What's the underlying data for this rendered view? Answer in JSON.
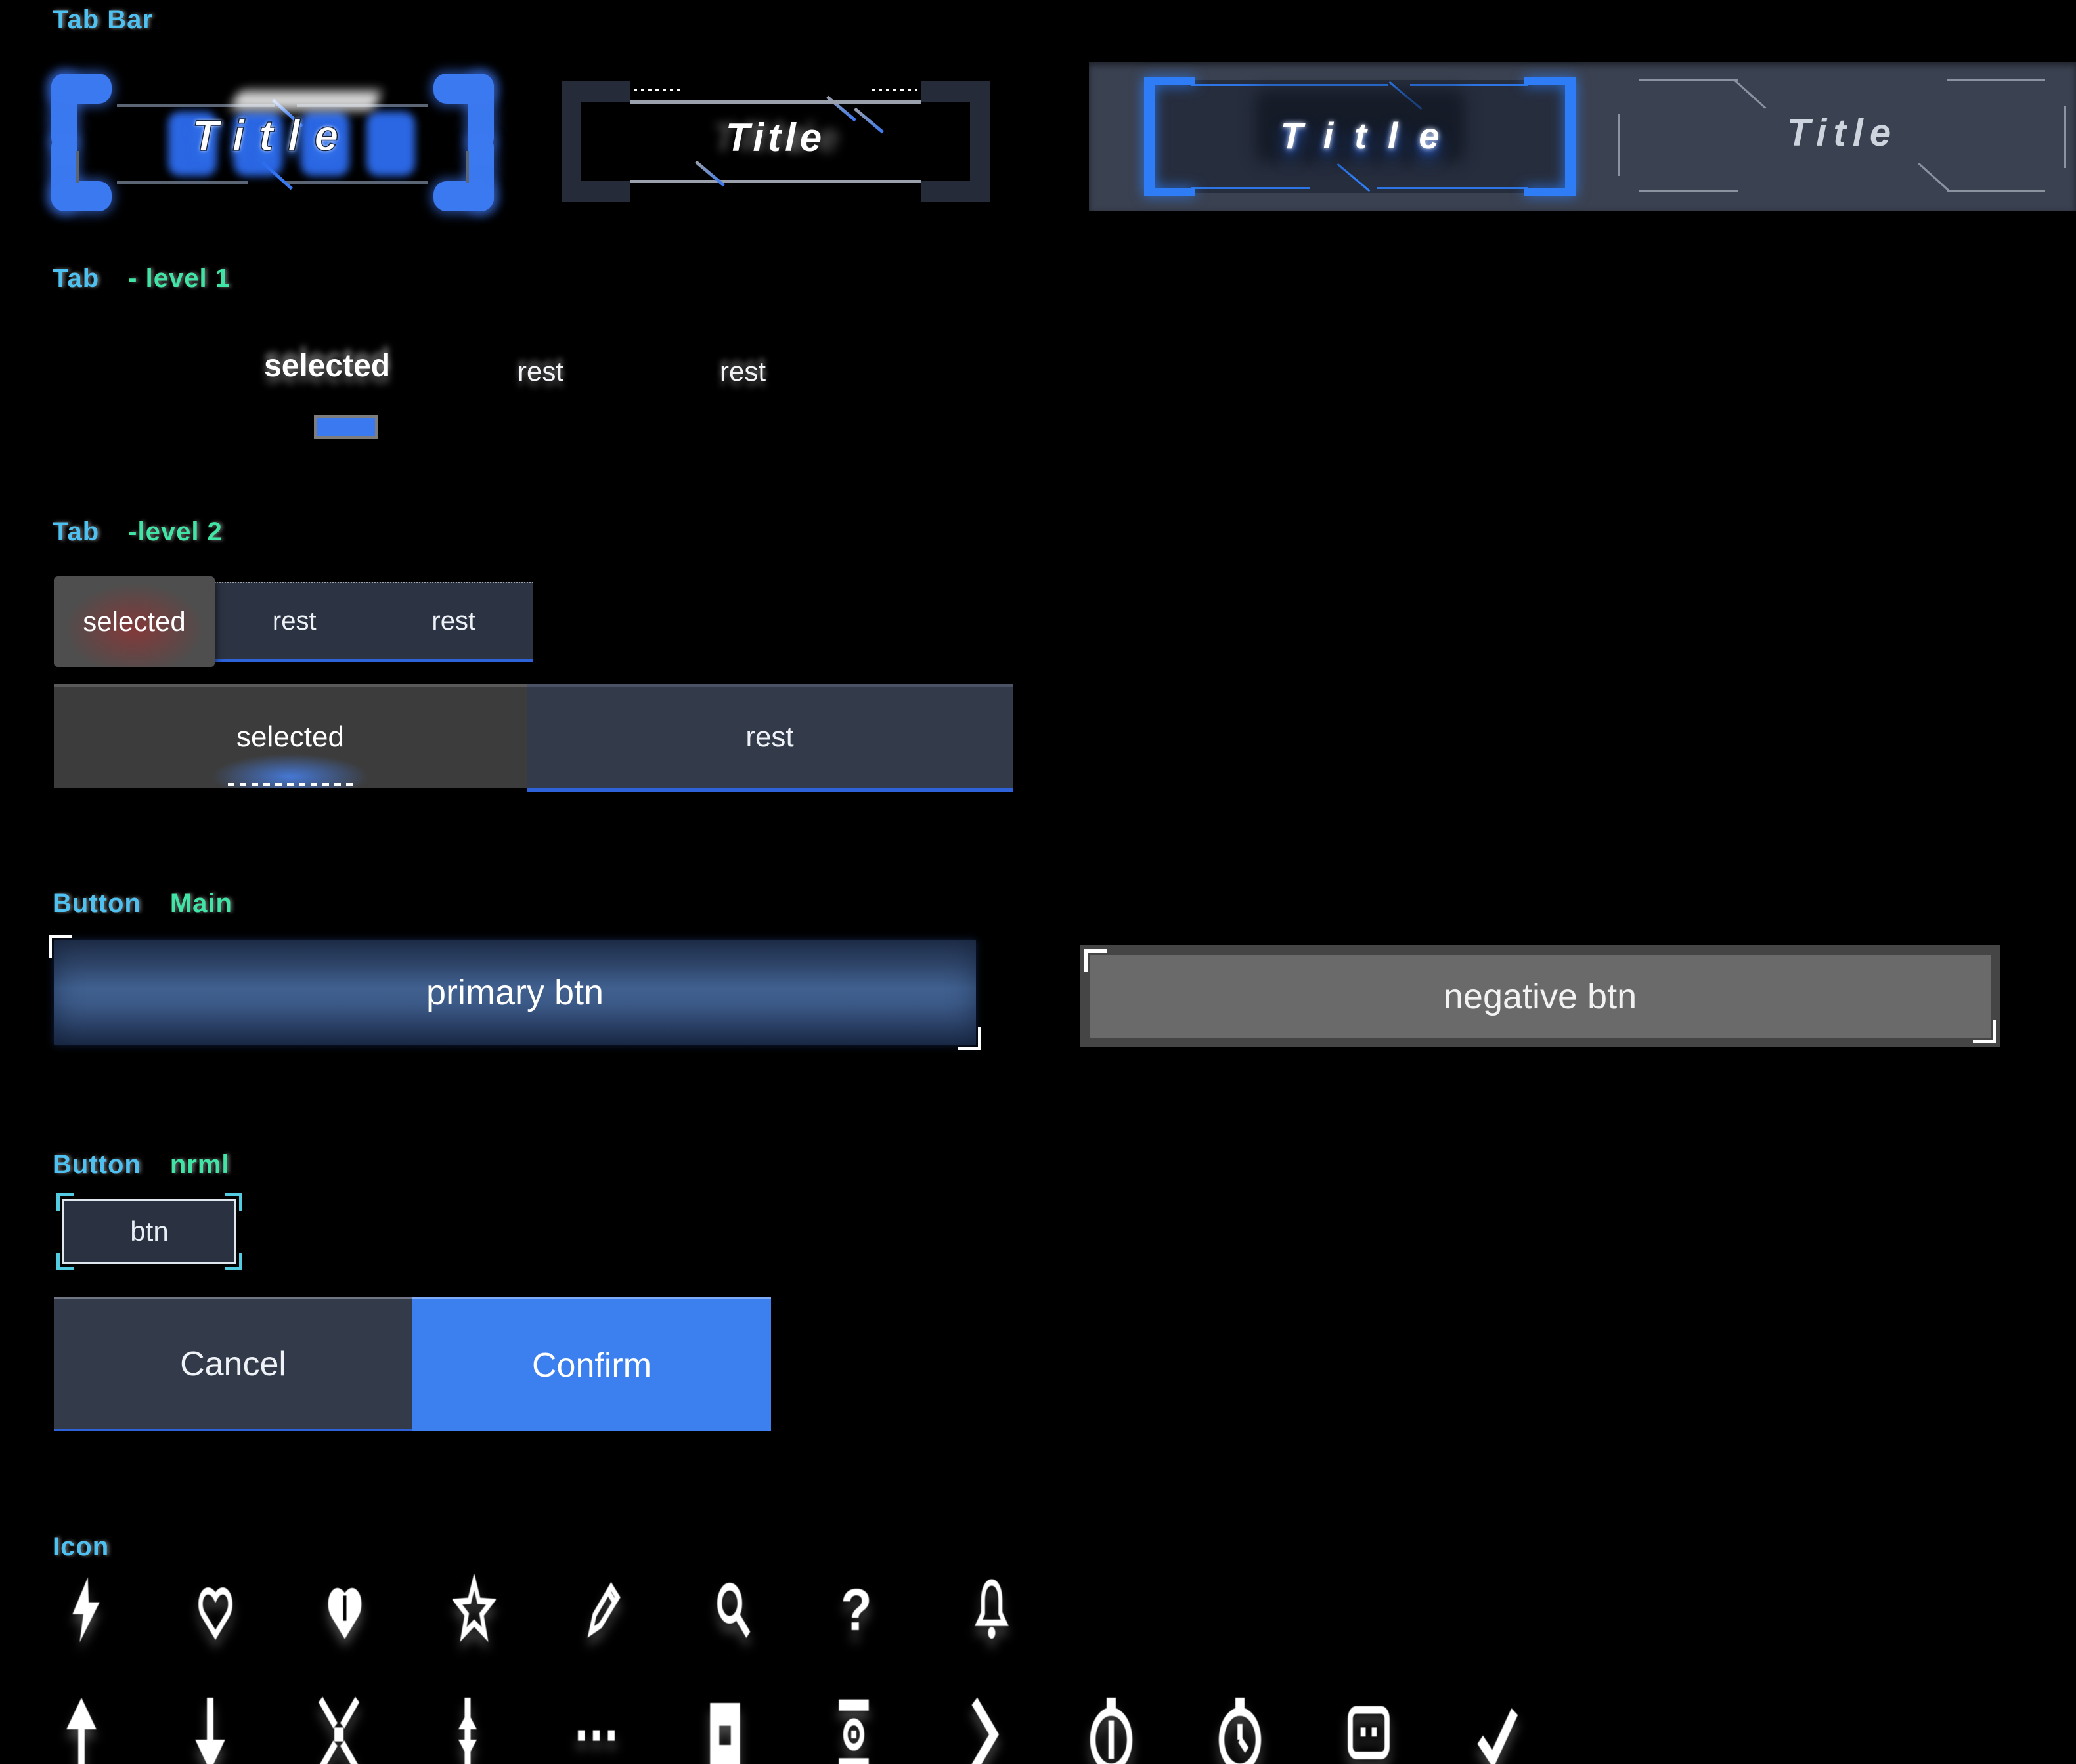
{
  "colors": {
    "accent_blue": "#3a79ef",
    "strip_blue": "#2e62d9",
    "label_cyan": "#4fc1f0",
    "label_green": "#40e5a5",
    "panel_bg": "#3a4150",
    "icon_white": "#ffffff"
  },
  "header": {
    "tab_bar_label": "Tab Bar"
  },
  "titles": {
    "style1": "Title",
    "style2": "Title",
    "style3": "Title",
    "style4": "Title"
  },
  "tab_level1": {
    "label_prefix": "Tab",
    "label_suffix": "- level 1",
    "tabs": [
      "selected",
      "rest",
      "rest"
    ]
  },
  "tab_level2": {
    "label_prefix": "Tab",
    "label_suffix": "-level 2",
    "strip_tabs": [
      "selected",
      "rest",
      "rest"
    ],
    "big_tabs": [
      "selected",
      "rest"
    ]
  },
  "button_main": {
    "label_prefix": "Button",
    "label_suffix": "Main",
    "primary": "primary btn",
    "negative": "negative btn"
  },
  "button_nrml": {
    "label_prefix": "Button",
    "label_suffix": "nrml",
    "small": "btn",
    "cancel": "Cancel",
    "confirm": "Confirm"
  },
  "icons": {
    "label": "Icon",
    "question_glyph": "?",
    "row1": [
      "lightning",
      "heart-outline",
      "heart-filled",
      "star",
      "pencil",
      "search",
      "question",
      "bell"
    ],
    "row2": [
      "arrow-up",
      "arrow-down",
      "collapse-vertical",
      "expand-vertical",
      "ellipsis",
      "stop",
      "scan",
      "chevron-right",
      "timer",
      "clock",
      "message",
      "check"
    ]
  }
}
